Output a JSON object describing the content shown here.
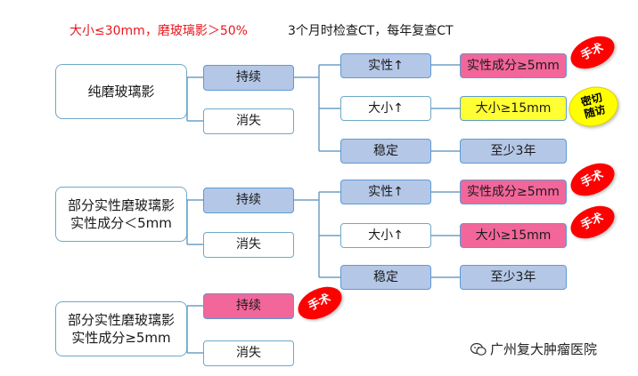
{
  "header": {
    "condition": "大小≤30mm，磨玻璃影＞50%",
    "followup": "3个月时检查CT，每年复查CT"
  },
  "rows": {
    "r1": {
      "root": "纯磨玻璃影",
      "persist": "持续",
      "vanish": "消失",
      "b1": "实性↑",
      "b2": "大小↑",
      "b3": "稳定",
      "o1": "实性成分≥5mm",
      "o2": "大小≥15mm",
      "o3": "至少3年",
      "tag1": "手术",
      "tag2": "密切随访"
    },
    "r2": {
      "root": "部分实性磨玻璃影\n实性成分＜5mm",
      "persist": "持续",
      "vanish": "消失",
      "b1": "实性↑",
      "b2": "大小↑",
      "b3": "稳定",
      "o1": "实性成分≥5mm",
      "o2": "大小≥15mm",
      "o3": "至少3年",
      "tag1": "手术",
      "tag2": "手术"
    },
    "r3": {
      "root": "部分实性磨玻璃影\n实性成分≥5mm",
      "persist": "持续",
      "vanish": "消失",
      "tag": "手术"
    }
  },
  "watermark": "广州复大肿瘤医院",
  "colors": {
    "header_red": "#e8161c",
    "node_blue": "#b4c7e7",
    "border_blue": "#5b9bd5",
    "pink": "#f2669a",
    "yellow": "#ffff33",
    "tag_red": "#ff0000"
  }
}
